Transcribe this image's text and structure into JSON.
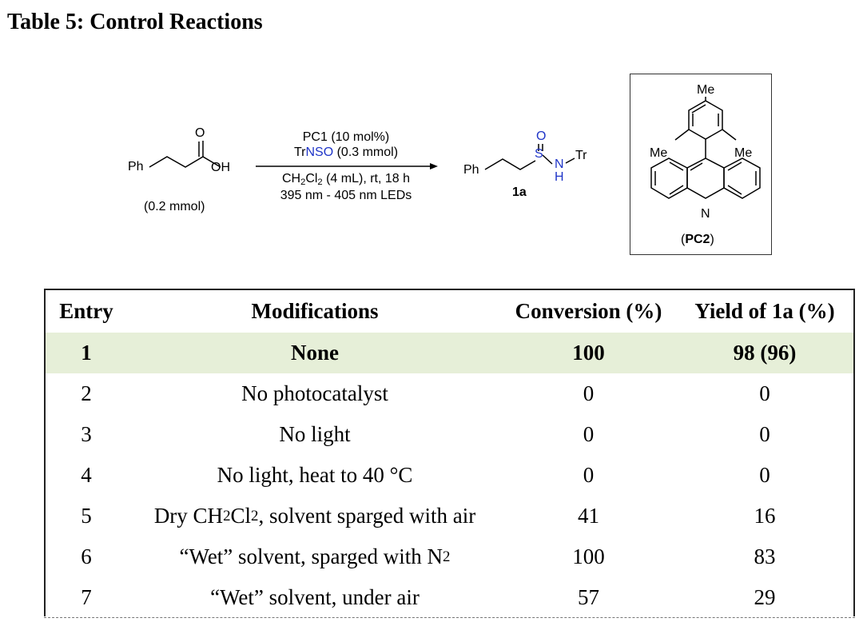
{
  "title": "Table 5: Control Reactions",
  "scheme": {
    "reactant_ph": "Ph",
    "reactant_o": "O",
    "reactant_oh": "OH",
    "reactant_amount": "(0.2 mmol)",
    "cond_line1": "PC1 (10 mol%)",
    "cond_line2_prefix": "Tr",
    "cond_line2_reagent": "NSO",
    "cond_line2_suffix": " (0.3 mmol)",
    "cond_line3_a": "CH",
    "cond_line3_sub1": "2",
    "cond_line3_b": "Cl",
    "cond_line3_sub2": "2",
    "cond_line3_c": " (4 mL), rt, 18 h",
    "cond_line4": "395 nm - 405 nm LEDs",
    "product_ph": "Ph",
    "product_o": "O",
    "product_s": "S",
    "product_n": "N",
    "product_h": "H",
    "product_tr": "Tr",
    "product_label": "1a",
    "pc2_me_top": "Me",
    "pc2_me_left": "Me",
    "pc2_me_right": "Me",
    "pc2_n": "N",
    "pc2_label_open": "(",
    "pc2_label": "PC2",
    "pc2_label_close": ")"
  },
  "table": {
    "headers": [
      "Entry",
      "Modifications",
      "Conversion (%)",
      "Yield of 1a (%)"
    ],
    "rows": [
      {
        "entry": "1",
        "mod": "None",
        "conv": "100",
        "yield": "98 (96)"
      },
      {
        "entry": "2",
        "mod": "No photocatalyst",
        "conv": "0",
        "yield": "0"
      },
      {
        "entry": "3",
        "mod": "No light",
        "conv": "0",
        "yield": "0"
      },
      {
        "entry": "4",
        "mod": "No light, heat to 40 °C",
        "conv": "0",
        "yield": "0"
      },
      {
        "entry": "5",
        "mod_a": "Dry CH",
        "mod_sub1": "2",
        "mod_b": "Cl",
        "mod_sub2": "2",
        "mod_c": ", solvent sparged with air",
        "conv": "41",
        "yield": "16"
      },
      {
        "entry": "6",
        "mod_a": "“Wet” solvent, sparged with N",
        "mod_sub1": "2",
        "conv": "100",
        "yield": "83"
      },
      {
        "entry": "7",
        "mod": "“Wet” solvent, under air",
        "conv": "57",
        "yield": "29"
      }
    ],
    "highlight_color": "#e6efd8"
  },
  "colors": {
    "reagent_blue": "#1f35c8"
  }
}
